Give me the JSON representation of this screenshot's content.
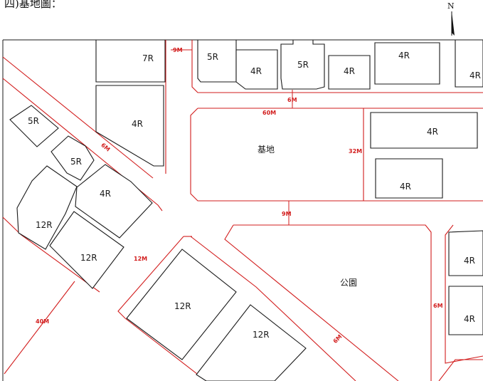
{
  "caption": "四)基地圖：",
  "north_label": "N",
  "site_label": "基地",
  "park_label": "公園",
  "buildings": [
    "7R",
    "5R",
    "4R",
    "5R",
    "4R",
    "4R",
    "4R",
    "4R",
    "5R",
    "5R",
    "4R",
    "12R",
    "12R",
    "12R",
    "12R",
    "4R",
    "4R",
    "4R",
    "4R"
  ],
  "roads": [
    "9M",
    "6M",
    "60M",
    "32M",
    "6M",
    "9M",
    "12M",
    "40M",
    "6M",
    "6M"
  ],
  "colors": {
    "road": "#d21d1d",
    "building": "#1a1a1a",
    "background": "#ffffff"
  }
}
